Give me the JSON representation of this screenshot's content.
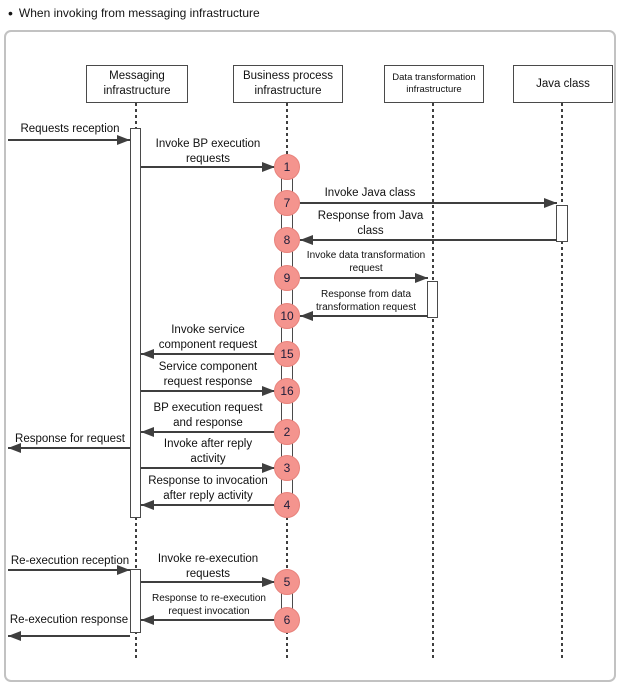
{
  "title": {
    "bullet": "•",
    "text": "When invoking from messaging infrastructure"
  },
  "colors": {
    "step_circle_fill": "#f4948e",
    "step_circle_border": "#e8837c",
    "line": "#3f3f3f",
    "frame_border": "#c2c2c2"
  },
  "lifelines": [
    {
      "label": "Messaging\ninfrastructure"
    },
    {
      "label": "Business process\ninfrastructure"
    },
    {
      "label": "Data transformation\ninfrastructure"
    },
    {
      "label": "Java class"
    }
  ],
  "messages": [
    {
      "label": "Requests reception"
    },
    {
      "label": "Invoke BP execution\nrequests"
    },
    {
      "label": "Invoke Java class"
    },
    {
      "label": "Response from Java\nclass"
    },
    {
      "label": "Invoke data transformation\nrequest"
    },
    {
      "label": "Response from data\ntransformation request"
    },
    {
      "label": "Invoke service\ncomponent request"
    },
    {
      "label": "Service component\nrequest response"
    },
    {
      "label": "BP execution request\nand response"
    },
    {
      "label": "Response for request"
    },
    {
      "label": "Invoke after reply\nactivity"
    },
    {
      "label": "Response to invocation\nafter reply activity"
    },
    {
      "label": "Re-execution reception"
    },
    {
      "label": "Invoke re-execution\nrequests"
    },
    {
      "label": "Response to re-execution\nrequest invocation"
    },
    {
      "label": "Re-execution response"
    }
  ],
  "steps": [
    "1",
    "7",
    "8",
    "9",
    "10",
    "15",
    "16",
    "2",
    "3",
    "4",
    "5",
    "6"
  ]
}
